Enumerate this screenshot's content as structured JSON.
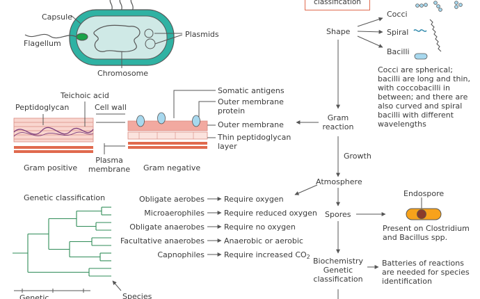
{
  "colors": {
    "line": "#555555",
    "cell_fill": "#2fb2a3",
    "cell_inner": "#cfe9e6",
    "peptidoglycan": "#f2a9a0",
    "membrane": "#e06a4e",
    "capsule_blue": "#a7d8ee",
    "tree": "#2e8b57",
    "endospore_fill": "#f7a21b",
    "endospore_core": "#8a3b2a",
    "flagellum_green": "#1aa34a"
  },
  "icons": [
    "cocci-icon",
    "spiral-icon",
    "bacilli-icon",
    "endospore-icon",
    "bacterial-cell-icon"
  ],
  "top_box": {
    "label": "classification"
  },
  "cell": {
    "capsule": "Capsule",
    "flagellum": "Flagellum",
    "plasmids": "Plasmids",
    "chromosome": "Chromosome"
  },
  "shape": {
    "label": "Shape",
    "cocci": "Cocci",
    "spiral": "Spiral",
    "bacilli": "Bacilli",
    "description": "Cocci are spherical; bacilli are long and thin, with coccobacilli in between; and there are also curved and spiral bacilli with different wavelengths"
  },
  "wall": {
    "teichoic": "Teichoic acid",
    "peptidoglycan": "Peptidoglycan",
    "cell_wall": "Cell wall",
    "somatic": "Somatic antigens",
    "outer_protein": "Outer membrane protein",
    "outer_membrane": "Outer membrane",
    "thin_layer": "Thin peptidoglycan layer",
    "gram_positive": "Gram positive",
    "plasma_membrane": "Plasma membrane",
    "gram_negative": "Gram negative"
  },
  "flow": {
    "gram_reaction": "Gram reaction",
    "growth": "Growth",
    "atmosphere": "Atmosphere",
    "spores": "Spores",
    "biochem": "Biochemistry Genetic classification",
    "endospore": "Endospore",
    "endospore_note": "Present on Clostridium and Bacillus spp.",
    "batteries": "Batteries of reactions are needed for species identification"
  },
  "atmosphere_rows": [
    {
      "org": "Obligate aerobes",
      "req": "Require oxygen"
    },
    {
      "org": "Microaerophiles",
      "req": "Require reduced oxygen"
    },
    {
      "org": "Obligate anaerobes",
      "req": "Require no oxygen"
    },
    {
      "org": "Facultative anaerobes",
      "req": "Anaerobic or aerobic"
    },
    {
      "org": "Capnophiles",
      "req": "Require increased CO",
      "req_sub": "2"
    }
  ],
  "genetic": {
    "title": "Genetic classification",
    "axis_label": "Genetic",
    "species": "Species"
  }
}
